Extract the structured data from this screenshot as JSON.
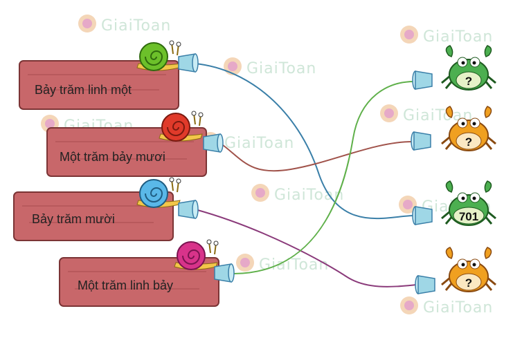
{
  "watermark": {
    "text": "GiaiToan"
  },
  "planks": [
    {
      "label": "Bảy trăm linh một"
    },
    {
      "label": "Một trăm bảy mươi"
    },
    {
      "label": "Bảy trăm mười"
    },
    {
      "label": "Một trăm linh bảy"
    }
  ],
  "crabs": [
    {
      "value": "?",
      "color": "#4caf50"
    },
    {
      "value": "?",
      "color": "#f0a020"
    },
    {
      "value": "701",
      "color": "#4caf50"
    },
    {
      "value": "?",
      "color": "#f0a020"
    }
  ],
  "snails": [
    {
      "shell_color": "#6cc02a"
    },
    {
      "shell_color": "#e03a2a"
    },
    {
      "shell_color": "#5ab8e8"
    },
    {
      "shell_color": "#d8338a"
    }
  ],
  "strings": [
    {
      "color": "#3a7fa8"
    },
    {
      "color": "#a0524a"
    },
    {
      "color": "#8a3a7a"
    },
    {
      "color": "#5fb04a"
    }
  ]
}
